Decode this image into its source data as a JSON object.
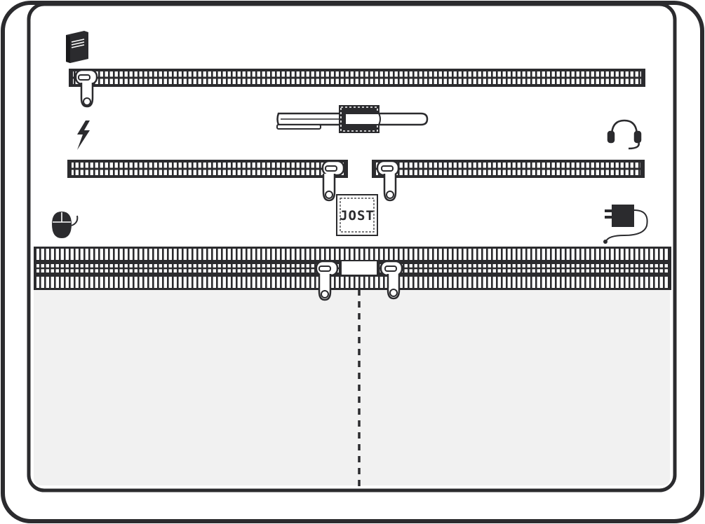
{
  "diagram": {
    "brand_label": "JOST",
    "colors": {
      "outline": "#2b2b2e",
      "pocket_fill": "#f1f1f1",
      "paper": "#ffffff",
      "icon": "#2b2b2e"
    },
    "icons": [
      "notebook-icon",
      "lightning-icon",
      "headphones-icon",
      "mouse-icon",
      "power-adapter-icon",
      "pen-icon",
      "pen-holder-icon"
    ],
    "zippers": [
      "top-zipper",
      "middle-left-zipper",
      "middle-right-zipper",
      "bottom-upper-zipper",
      "bottom-center-zipper",
      "bottom-lower-zipper"
    ],
    "pullers": [
      "top-zipper-pull",
      "middle-left-zipper-pull",
      "middle-right-zipper-pull",
      "bottom-left-zipper-pull",
      "bottom-right-zipper-pull"
    ]
  }
}
